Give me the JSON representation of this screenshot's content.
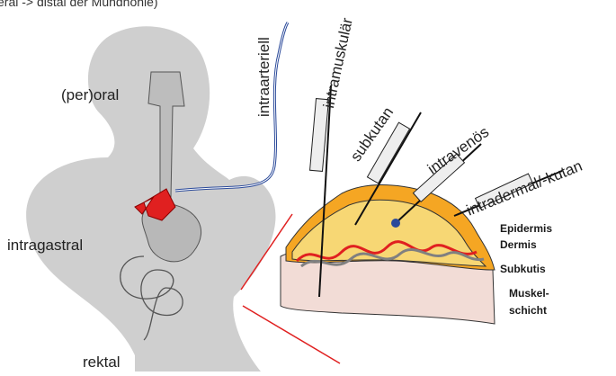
{
  "top_caption": "eral -> distal der Mundhöhle)",
  "routes": {
    "peroral": "(per)oral",
    "intragastral": "intragastral",
    "rektal": "rektal",
    "intraarteriell": "intraarteriell",
    "intramuskular": "intramuskulär",
    "subkutan": "subkutan",
    "intravenos": "intravenös",
    "intradermal": "intradermal/-kutan"
  },
  "layers": {
    "epidermis": "Epidermis",
    "dermis": "Dermis",
    "subkutis": "Subkutis",
    "muskel_1": "Muskel-",
    "muskel_2": "schicht"
  },
  "colors": {
    "silhouette": "#cfcfcf",
    "epidermis_orange": "#f5a623",
    "dermis_yellow": "#f7d774",
    "muscle_pink": "#f2dcd6",
    "vessel_red": "#e02020",
    "vessel_grey": "#808080",
    "vessel_blue": "#2b4a9a",
    "pointer_red": "#e02020"
  }
}
